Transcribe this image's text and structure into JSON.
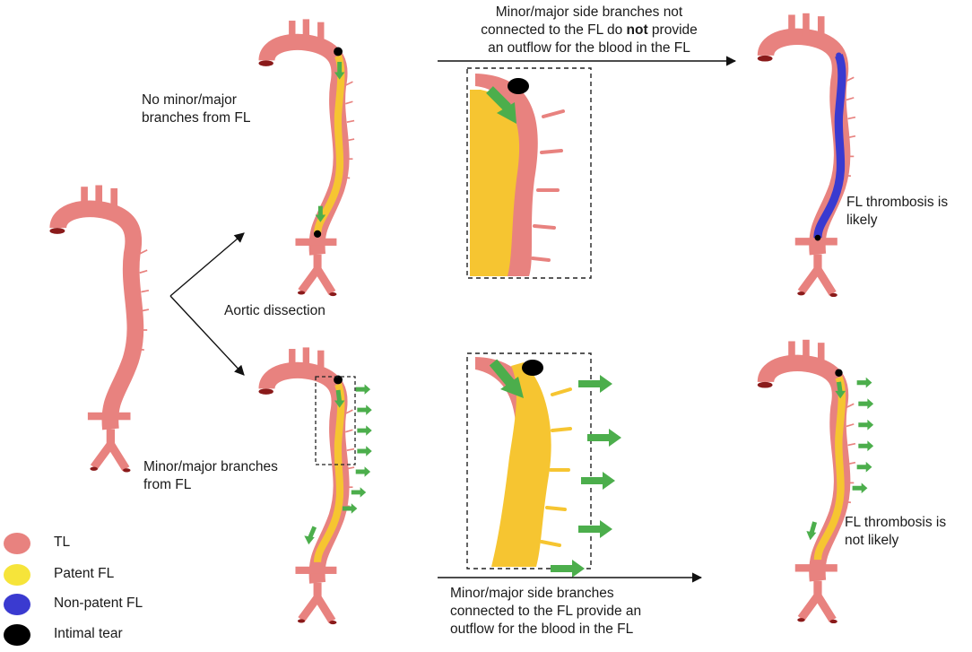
{
  "colors": {
    "tl": "#e8827f",
    "patent_fl": "#f6c531",
    "non_patent_fl": "#3a3ad0",
    "tear": "#000000",
    "flow_arrow": "#4cae4c",
    "outline": "#c9c9e0",
    "wall_dark": "#8a1a1a"
  },
  "labels": {
    "top_caption": {
      "line1": "Minor/major side branches not",
      "line2_before": "connected to the FL do ",
      "line2_bold": "not",
      "line2_after": " provide",
      "line3": "an outflow for the blood in the FL"
    },
    "bottom_caption": {
      "line1": "Minor/major side branches",
      "line2": "connected to the FL provide an",
      "line3": "outflow for the blood in the FL"
    },
    "no_branches": {
      "line1": "No minor/major",
      "line2": "branches from FL"
    },
    "branches": {
      "line1": "Minor/major branches",
      "line2": "from FL"
    },
    "aortic_dissection": "Aortic dissection",
    "thrombosis_likely": {
      "line1": "FL thrombosis is",
      "line2": "likely"
    },
    "thrombosis_not_likely": {
      "line1": "FL thrombosis is",
      "line2": "not likely"
    }
  },
  "legend": [
    {
      "label": "TL",
      "color": "#e8827f"
    },
    {
      "label": "Patent FL",
      "color": "#f6e43a"
    },
    {
      "label": "Non-patent FL",
      "color": "#3a3ad0"
    },
    {
      "label": "Intimal tear",
      "color": "#000000"
    }
  ]
}
